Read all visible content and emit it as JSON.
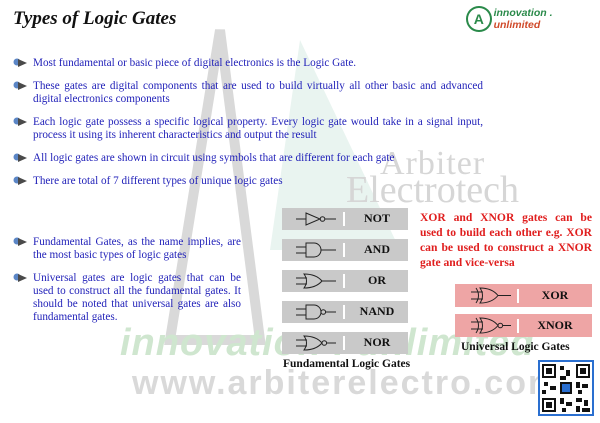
{
  "title": "Types of Logic Gates",
  "logo": {
    "text_a": "innovation",
    "text_sep": " . ",
    "text_b": "unlimited",
    "mark": "A"
  },
  "watermarks": {
    "line1": "Arbiter",
    "line2": "Electrotech",
    "innovation": "innovation . unlimited",
    "url": "www.arbiterelectro.com"
  },
  "bullets": [
    "Most fundamental or basic piece of digital electronics is the Logic Gate.",
    "These gates are digital components that are used to build virtually all other basic and advanced digital electronics components",
    "Each logic gate possess a specific logical property. Every logic gate would take in a signal input, process it using its inherent characteristics and output the result",
    "All logic gates are shown in circuit using symbols that are different for each gate",
    "There are total of 7 different types of unique  logic gates"
  ],
  "bullets2": [
    "Fundamental Gates, as the name implies, are the most basic types of logic gates",
    "Universal gates are logic gates that can be used to construct all the fundamental gates. It should be noted that universal gates are also fundamental gates."
  ],
  "fundamental_gates": [
    "NOT",
    "AND",
    "OR",
    "NAND",
    "NOR"
  ],
  "fundamental_caption": "Fundamental Logic Gates",
  "universal_gates": [
    "XOR",
    "XNOR"
  ],
  "universal_caption": "Universal Logic Gates",
  "note": "XOR and XNOR gates can be used to build each other e.g. XOR can be used to construct a XNOR gate and vice-versa",
  "icons": {
    "bullet": "arrow-bullet-icon",
    "qr": "qr-code-icon"
  },
  "colors": {
    "bullet_text": "#1f1fb8",
    "note_text": "#e01e1e",
    "fundamental_bg": "#c9c9c9",
    "universal_bg": "#eea5a5"
  }
}
